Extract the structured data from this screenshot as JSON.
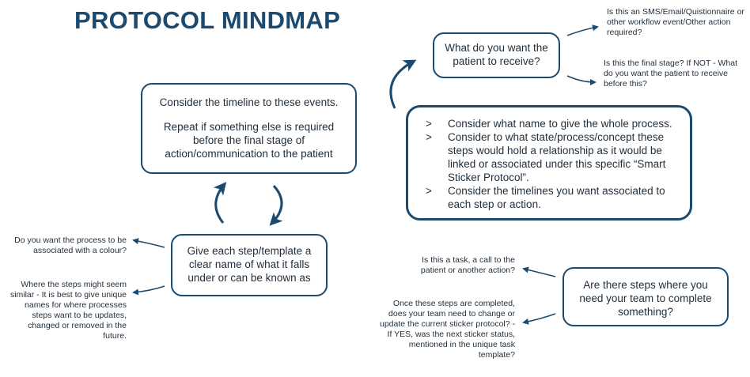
{
  "title": "PROTOCOL MINDMAP",
  "colors": {
    "accent": "#1c4a6e",
    "text": "#1f2d3a"
  },
  "timeline_box": {
    "line1": "Consider the timeline to these events.",
    "line2": "Repeat if something else is required before the final stage of action/communication to the patient"
  },
  "receive_box": {
    "text": "What do you want the patient to receive?"
  },
  "receive_notes": {
    "note1": "Is this an SMS/Email/Quistionnaire or other workflow event/Other action required?",
    "note2": "Is this the final stage? If NOT - What do you want the patient to receive before this?"
  },
  "consider_box": {
    "marker": ">",
    "items": [
      "Consider what name to give the whole process.",
      "Consider to what state/process/concept these steps would hold a relationship as it would be linked or associated under this specific “Smart Sticker Protocol”.",
      "Consider the timelines you want associated to each step or action."
    ]
  },
  "name_box": {
    "text": "Give each step/template a clear name of what it falls under or can be known as"
  },
  "name_notes": {
    "note1": "Do you want the process to be associated with a colour?",
    "note2": "Where the steps might seem similar - It is best to give unique names for where processes steps want to be updates, changed or removed in the future."
  },
  "team_box": {
    "text": "Are there steps where you need your team to complete something?"
  },
  "team_notes": {
    "note1": "Is this a task, a call to the patient or another action?",
    "note2": "Once these steps are completed, does your team need to change or update the current sticker protocol? - If YES, was the next sticker status, mentioned in the unique task template?"
  }
}
